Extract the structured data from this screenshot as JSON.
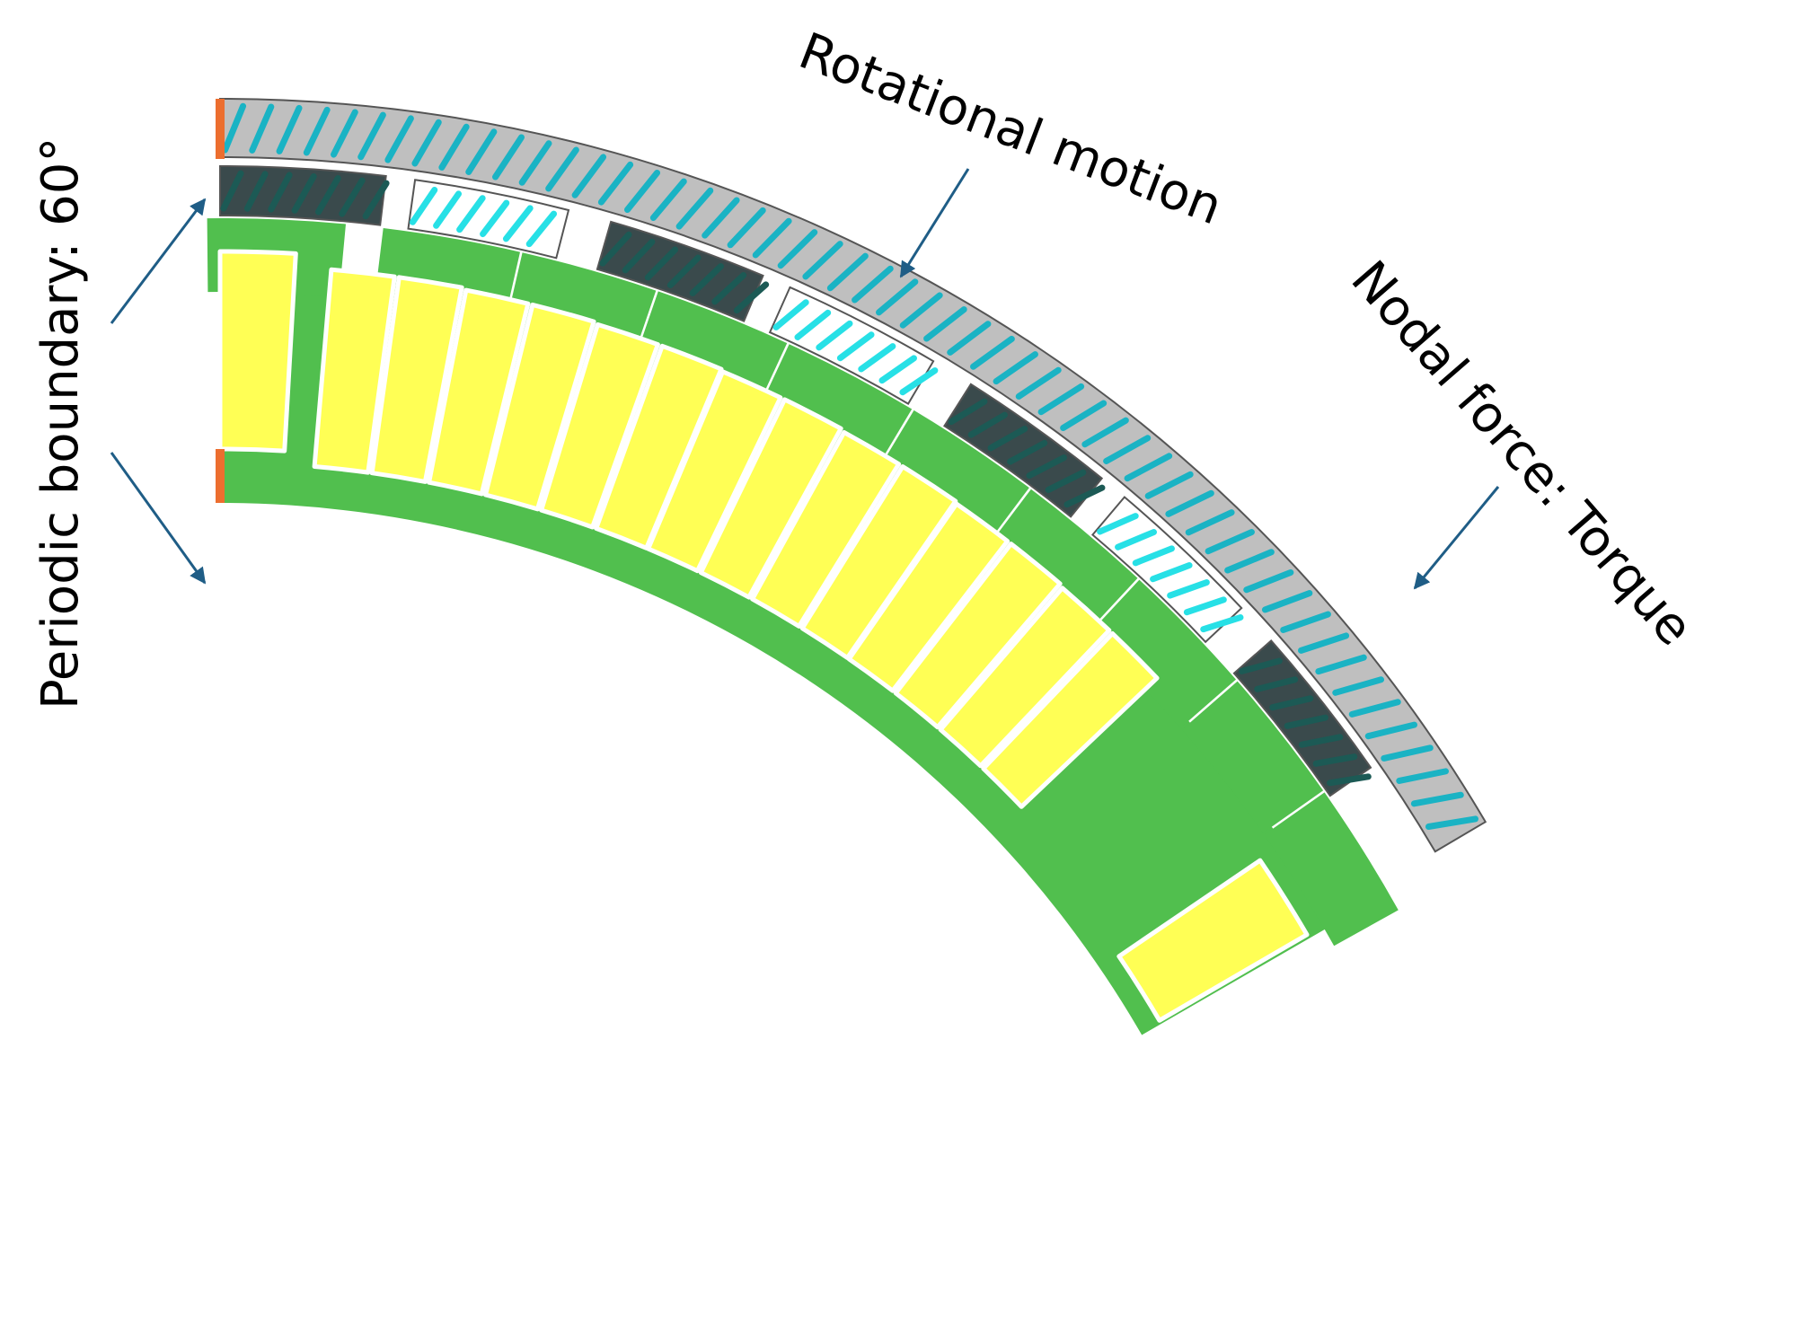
{
  "labels": {
    "rotational_motion": "Rotational motion",
    "nodal_force": "Nodal force: Torque",
    "periodic_boundary": "Periodic boundary: 60°"
  },
  "colors": {
    "stator_iron": "#51bf4e",
    "coil": "#ffff55",
    "rotor_sleeve": "#bfbfbf",
    "stripe_cyan": "#1ab3c4",
    "magnet_dark": "#3a4a4c",
    "stripe_dark": "#1c5a55",
    "magnet_light": "#ffffff",
    "stripe_light": "#27e0e6",
    "boundary": "#ec6e2f",
    "arrow": "#1f5d86",
    "outline": "#555555"
  },
  "components": {
    "rotor_sleeve": "rotor-sleeve",
    "magnets_dark": "permanent-magnets-dark",
    "magnets_light": "permanent-magnets-light",
    "stator_core": "stator-core",
    "coils": "stator-coils",
    "periodic_edges": "periodic-boundary-edges"
  }
}
